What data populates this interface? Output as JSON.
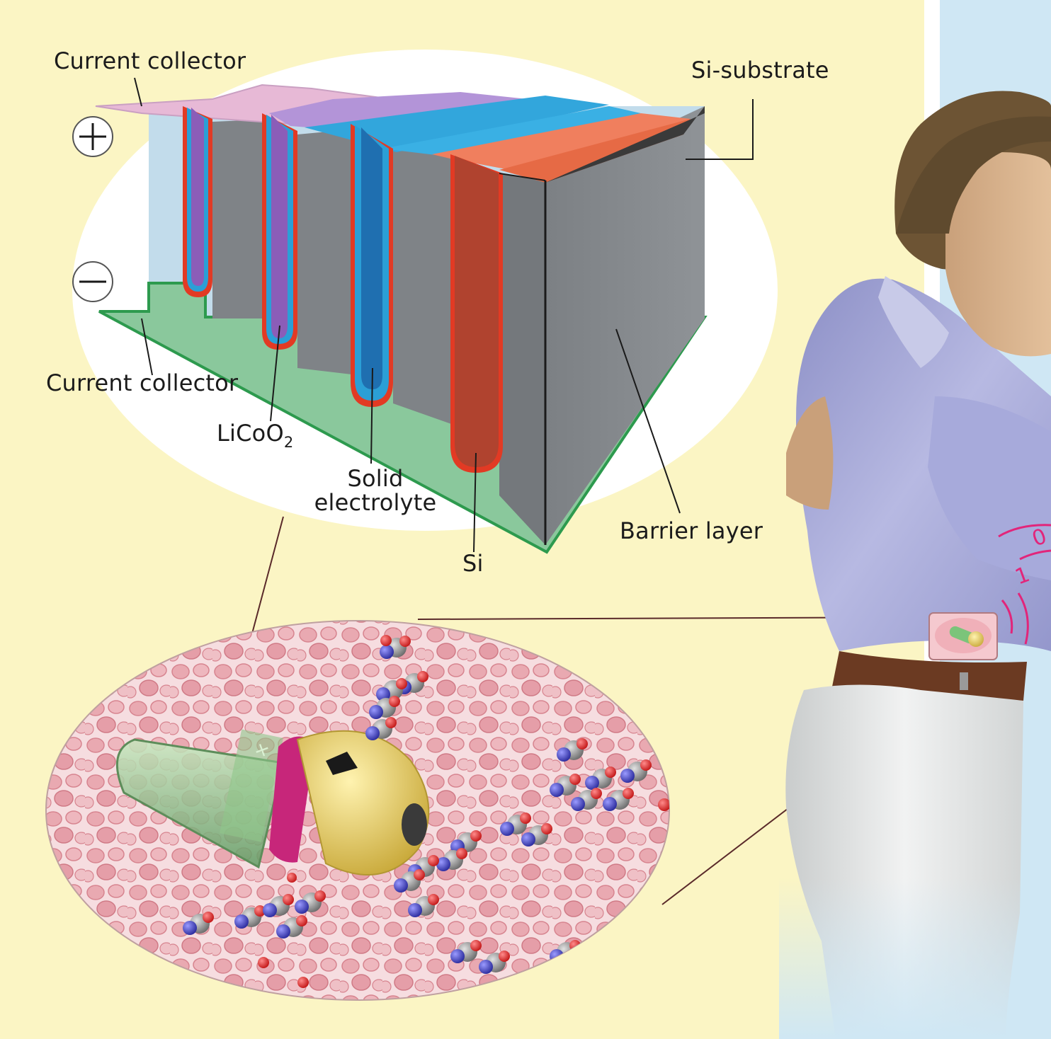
{
  "diagram": {
    "labels": {
      "current_collector_top": "Current collector",
      "si_substrate": "Si-substrate",
      "current_collector_bottom": "Current collector",
      "licoo2_prefix": "LiCoO",
      "licoo2_subscript": "2",
      "solid_electrolyte_line1": "Solid",
      "solid_electrolyte_line2": "electrolyte",
      "si": "Si",
      "barrier_layer": "Barrier layer"
    },
    "symbols": {
      "positive": "+",
      "negative": "−"
    },
    "icons": [
      "plus-icon",
      "minus-icon",
      "battery-capsule-icon",
      "molecule-icon",
      "person-figure"
    ],
    "colors": {
      "background_left": "#fbf5c4",
      "background_right": "#cfe7f4",
      "current_collector_top": "#e7b9d6",
      "current_collector_bottom": "#8ac89c",
      "licoo2": "#8b5db8",
      "solid_electrolyte": "#2b9fd6",
      "si_electrode": "#b0432f",
      "barrier_layer": "#e23a24",
      "si_substrate": "#808488",
      "shirt": "#a9acd8",
      "pants": "#e4e6e6"
    }
  }
}
